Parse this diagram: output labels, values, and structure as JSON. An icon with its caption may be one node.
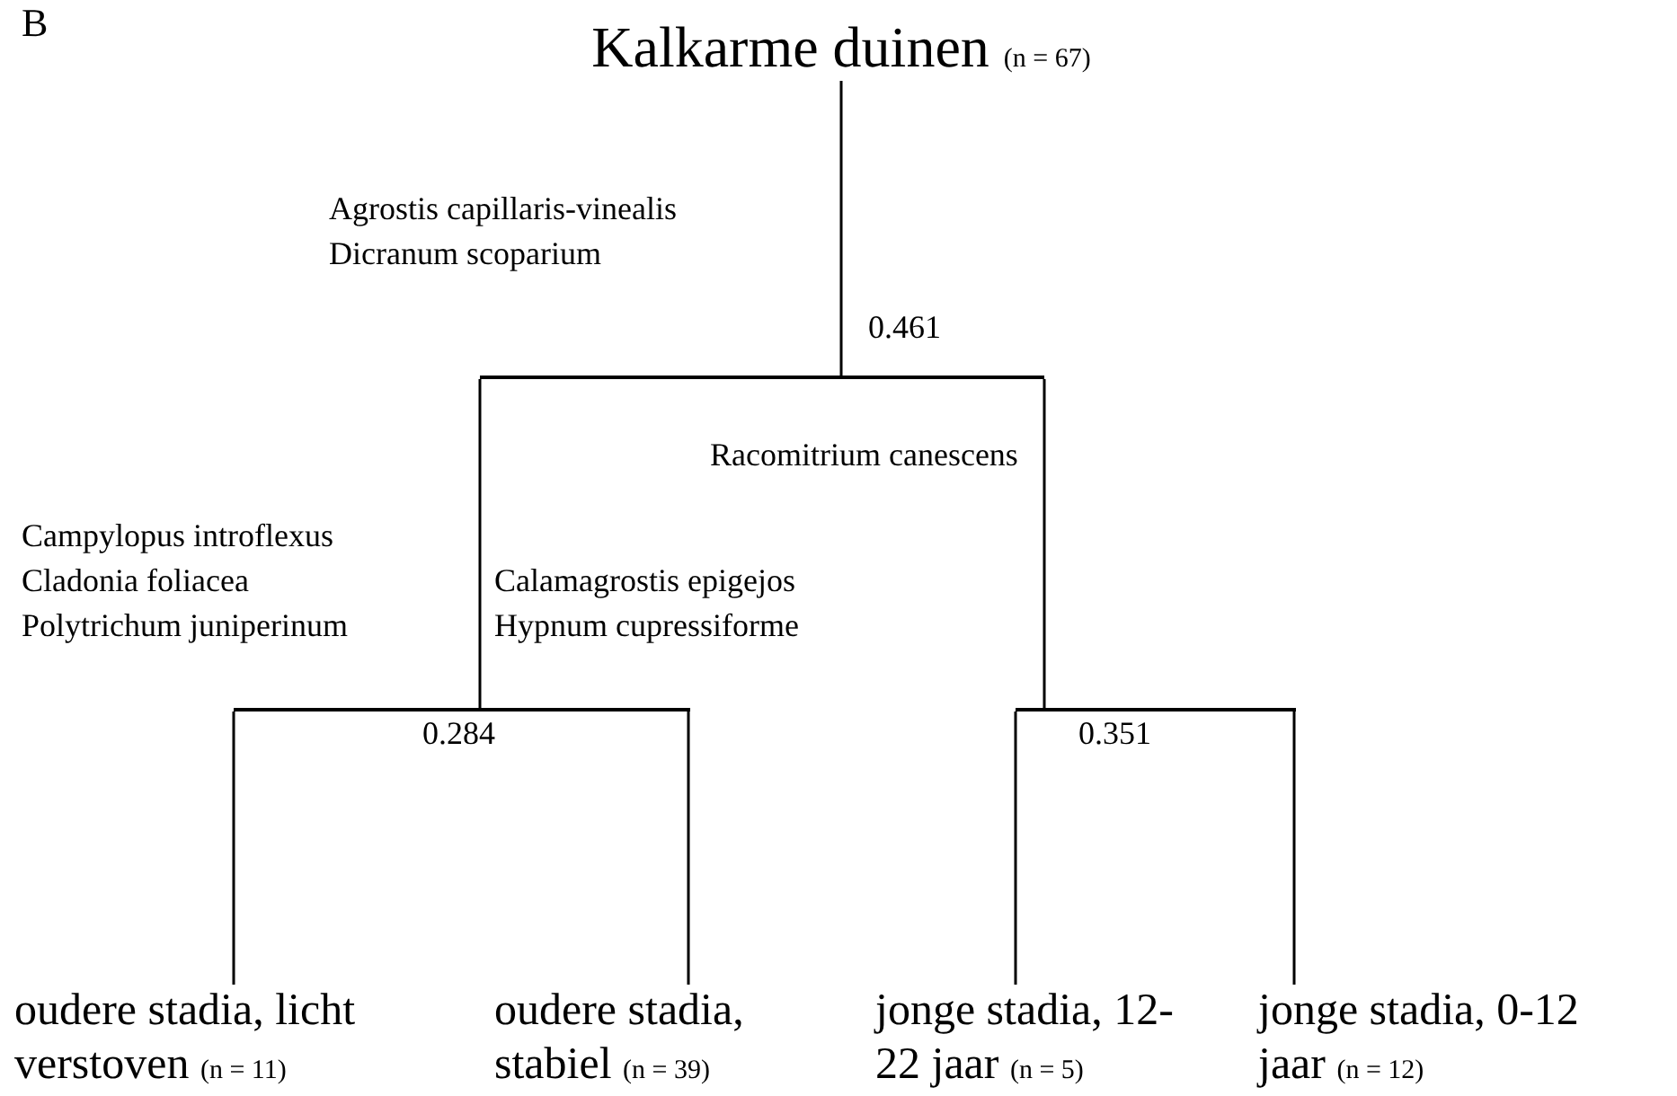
{
  "diagram": {
    "nodes": [
      {
        "text": [
          "Kalkarme duinen",
          "(n = 67)"
        ]
      },
      {
        "text": [],
        "shape": "bar",
        "beside": [
          "0.461"
        ]
      },
      {
        "text": [],
        "shape": "bar",
        "beside": [
          "0.284"
        ]
      },
      {
        "text": [],
        "shape": "bar",
        "beside": [
          "0.351"
        ]
      },
      {
        "text": [
          "oudere stadia, licht verstoven",
          "(n = 11)"
        ]
      },
      {
        "text": [
          "oudere stadia, stabiel",
          "(n = 39)"
        ]
      },
      {
        "text": [
          "jonge stadia, 12-22 jaar",
          "(n = 5)"
        ]
      },
      {
        "text": [
          "jonge stadia, 0-12 jaar",
          "(n = 12)"
        ]
      }
    ],
    "edges": [
      {
        "from": 0,
        "to": 1,
        "arrow": "none"
      },
      {
        "from": 1,
        "to": 2,
        "arrow": "none"
      },
      {
        "from": 1,
        "to": 3,
        "arrow": "none"
      },
      {
        "from": 2,
        "to": 4,
        "arrow": "none"
      },
      {
        "from": 2,
        "to": 5,
        "arrow": "none"
      },
      {
        "from": 3,
        "to": 6,
        "arrow": "none"
      },
      {
        "from": 3,
        "to": 7,
        "arrow": "none"
      }
    ],
    "labels": [
      "B",
      "Agrostis capillaris-vinealis",
      "Dicranum scoparium",
      "Racomitrium canescens",
      "Campylopus introflexus",
      "Cladonia foliacea",
      "Polytrichum juniperinum",
      "Calamagrostis epigejos",
      "Hypnum cupressiforme"
    ]
  }
}
